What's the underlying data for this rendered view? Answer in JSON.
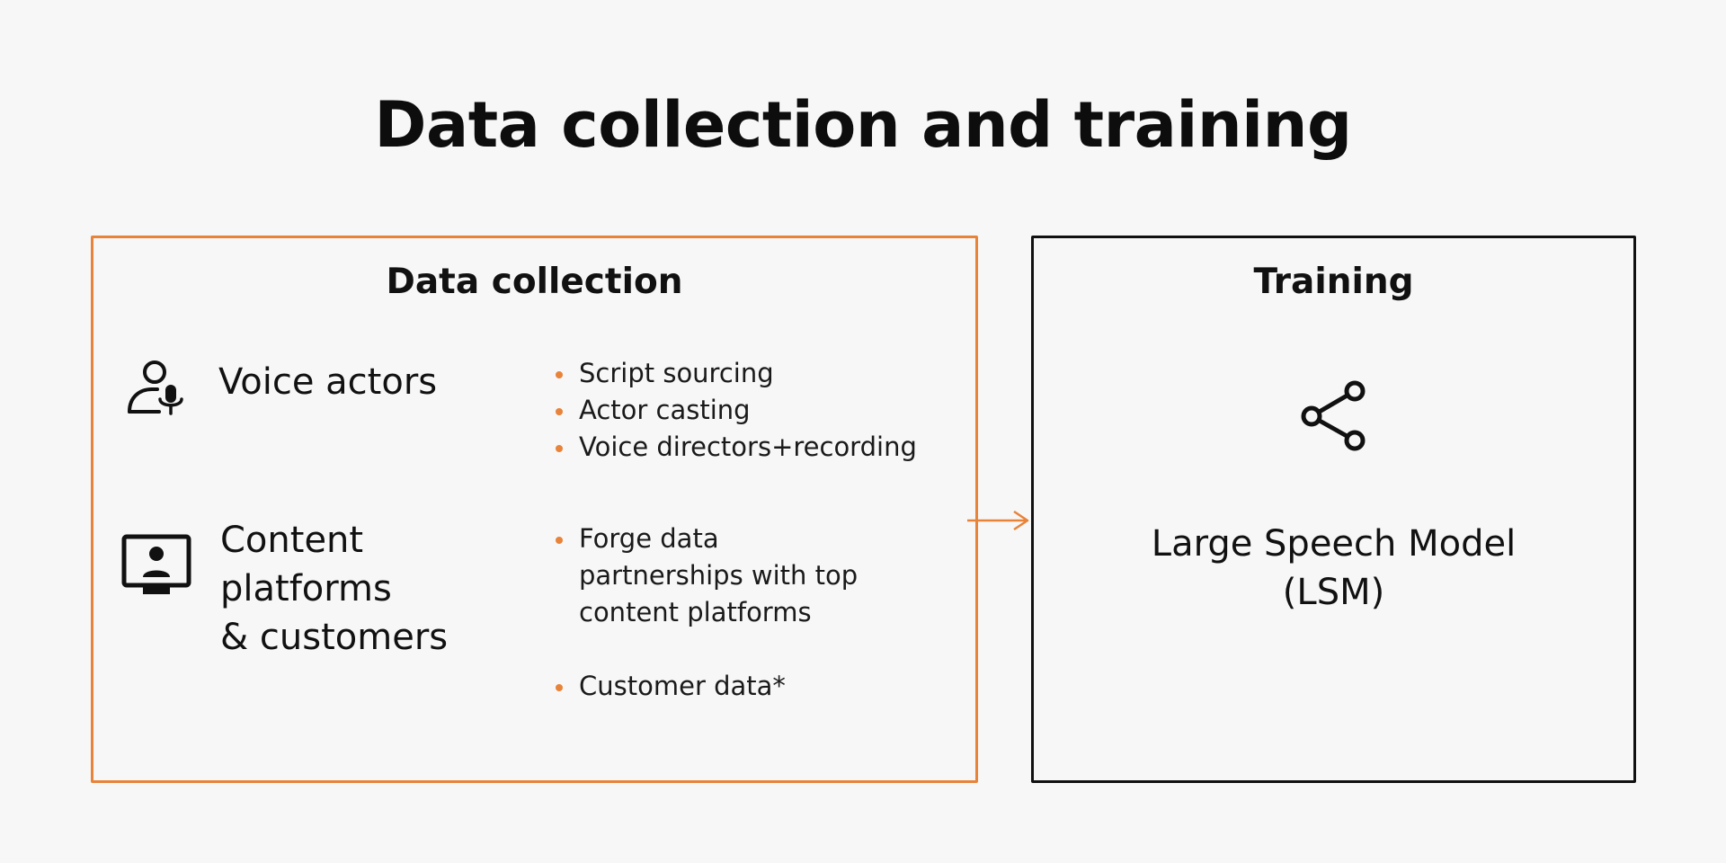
{
  "title": "Data collection and training",
  "colors": {
    "accent": "#e8833a",
    "text": "#111111",
    "background": "#f7f7f7"
  },
  "data_collection": {
    "heading": "Data collection",
    "sources": [
      {
        "icon": "voice-actor-icon",
        "label": "Voice actors",
        "bullets": [
          "Script sourcing",
          "Actor casting",
          "Voice directors+recording"
        ]
      },
      {
        "icon": "monitor-user-icon",
        "label": "Content\nplatforms\n& customers",
        "bullets": [
          "Forge data\npartnerships with top\ncontent platforms",
          "Customer data*"
        ]
      }
    ]
  },
  "training": {
    "heading": "Training",
    "icon": "share-network-icon",
    "model_label": "Large Speech Model\n(LSM)"
  }
}
